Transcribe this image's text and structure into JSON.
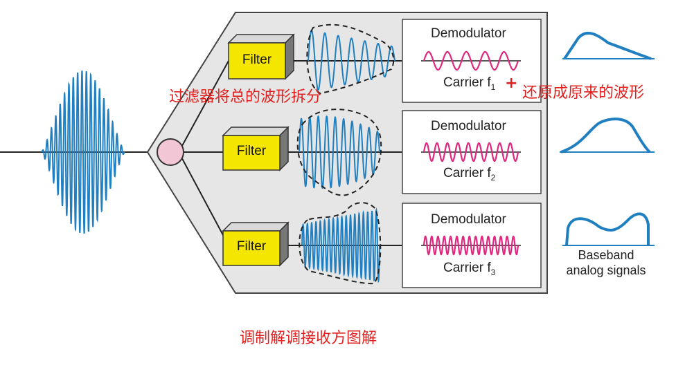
{
  "filters": [
    {
      "label": "Filter"
    },
    {
      "label": "Filter"
    },
    {
      "label": "Filter"
    }
  ],
  "demodulators": [
    {
      "title": "Demodulator",
      "carrier": "Carrier f",
      "sub": "1"
    },
    {
      "title": "Demodulator",
      "carrier": "Carrier f",
      "sub": "2"
    },
    {
      "title": "Demodulator",
      "carrier": "Carrier f",
      "sub": "3"
    }
  ],
  "output_label": {
    "line1": "Baseband",
    "line2": "analog signals"
  },
  "plus_sign": "+",
  "annotations": {
    "split": "过滤器将总的波形拆分",
    "restore": "还原成原来的波形",
    "caption": "调制解调接收方图解"
  },
  "colors": {
    "wave": "#1f7fc0",
    "carrier": "#e0267e",
    "filter": "#f5e600",
    "hub": "#f3c6d6",
    "panel": "#e6e6e6",
    "annotation": "#e0211f"
  }
}
